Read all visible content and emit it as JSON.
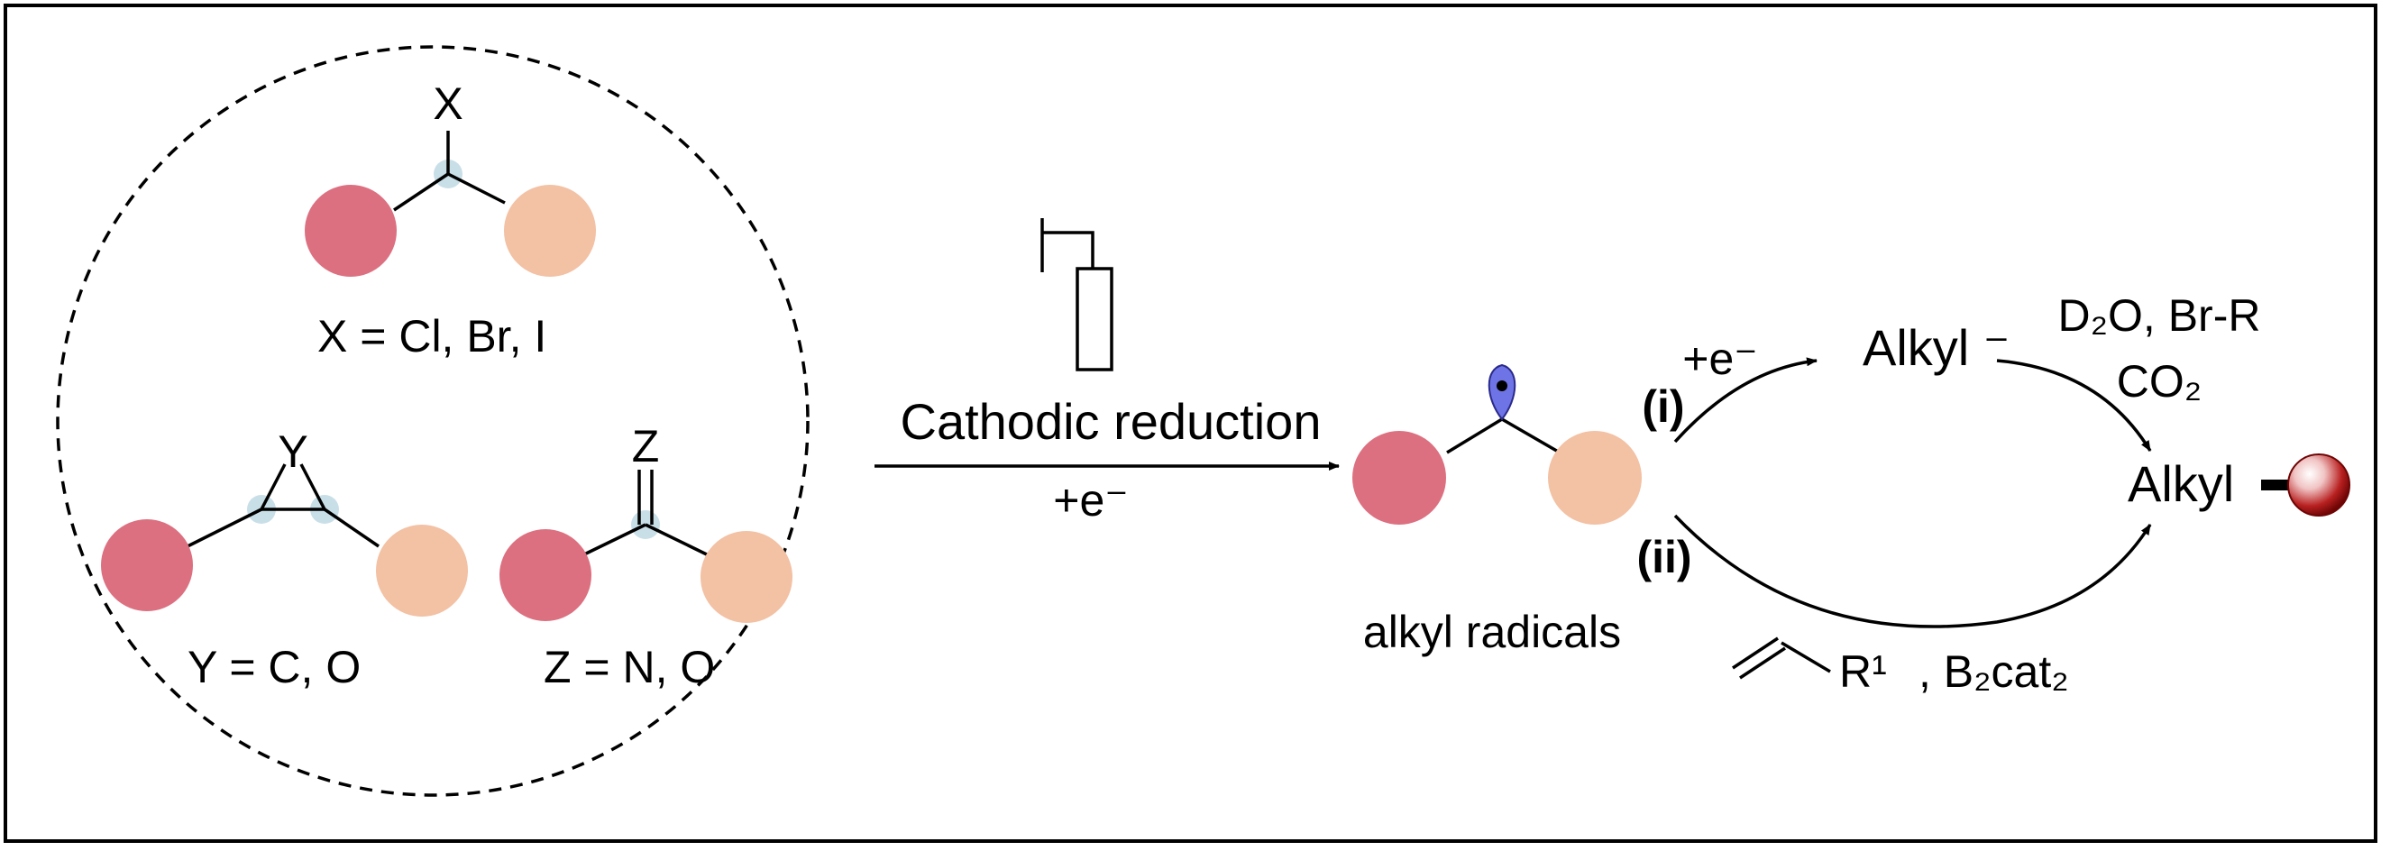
{
  "colors": {
    "red_group": "#dc7080",
    "peach_group": "#f3c1a4",
    "highlight": "#c9dfe8",
    "radical_orbital": "#6e73e6",
    "sphere_dark": "#8b0a0a",
    "sphere_light": "#ffffff"
  },
  "substrates": {
    "halide_atom": "X",
    "halide_caption": "X = Cl, Br,  I",
    "ring_atom": "Y",
    "ring_caption": "Y = C, O",
    "carbonyl_atom": "Z",
    "carbonyl_caption": "Z = N, O"
  },
  "reduction": {
    "condition": "Cathodic reduction",
    "electron": "+e⁻"
  },
  "intermediate": {
    "caption": "alkyl radicals"
  },
  "path_i": {
    "label": "(i)",
    "electron": "+e⁻",
    "anion": "Alkyl ⁻",
    "reagents_line1": "D₂O, Br-R",
    "reagents_line2": "CO₂"
  },
  "path_ii": {
    "label": "(ii)",
    "alkene_r": "R¹",
    "reagent": ", B₂cat₂"
  },
  "product": {
    "label": "Alkyl"
  },
  "icons": {
    "electrode": "electrode-icon",
    "product_sphere": "sphere-icon"
  }
}
